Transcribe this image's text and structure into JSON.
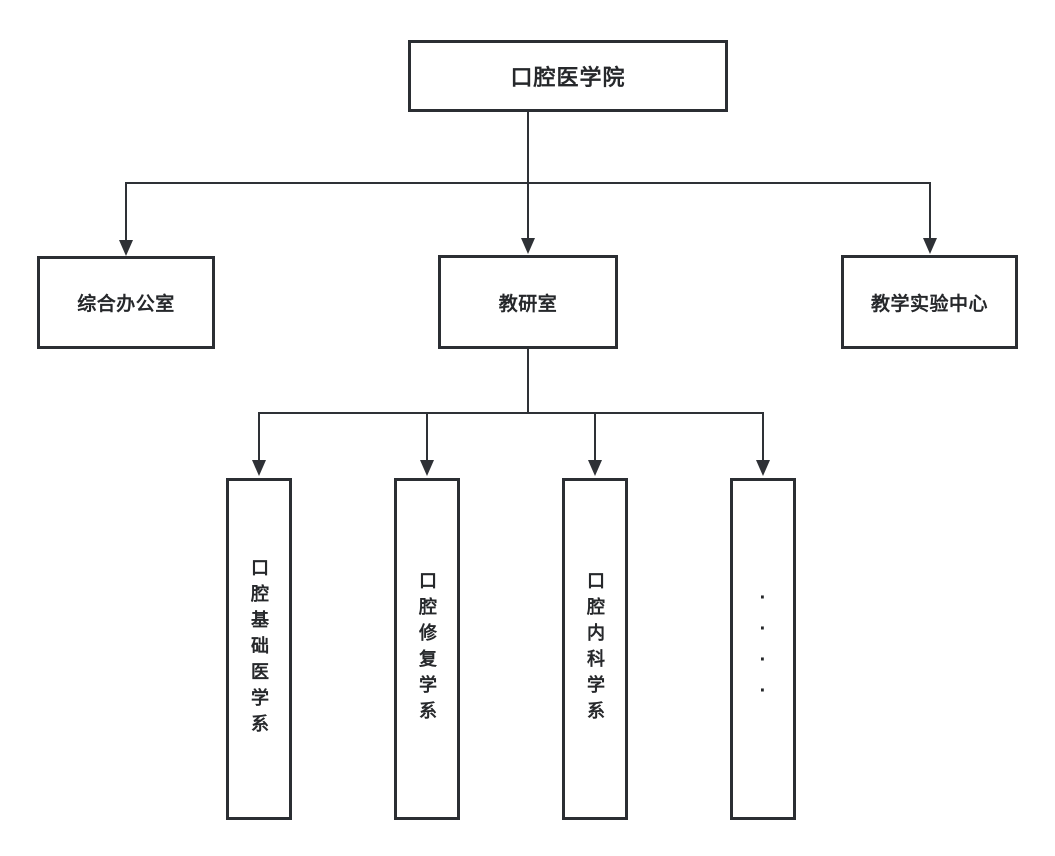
{
  "diagram": {
    "type": "org-chart",
    "root": {
      "label": "口腔医学院"
    },
    "level2": [
      {
        "id": "general-office",
        "label": "综合办公室"
      },
      {
        "id": "teaching-research-office",
        "label": "教研室"
      },
      {
        "id": "teaching-experiment-center",
        "label": "教学实验中心"
      }
    ],
    "level3": [
      {
        "id": "dept-oral-basic-medicine",
        "label": "口腔基础医学系"
      },
      {
        "id": "dept-oral-prosthodontics",
        "label": "口腔修复学系"
      },
      {
        "id": "dept-oral-internal-medicine",
        "label": "口腔内科学系"
      },
      {
        "id": "dept-more-ellipsis",
        "label": "····"
      }
    ],
    "colors": {
      "line": "#2e3136",
      "box_border": "#2b2e33",
      "text": "#26282b",
      "background": "#ffffff"
    }
  }
}
